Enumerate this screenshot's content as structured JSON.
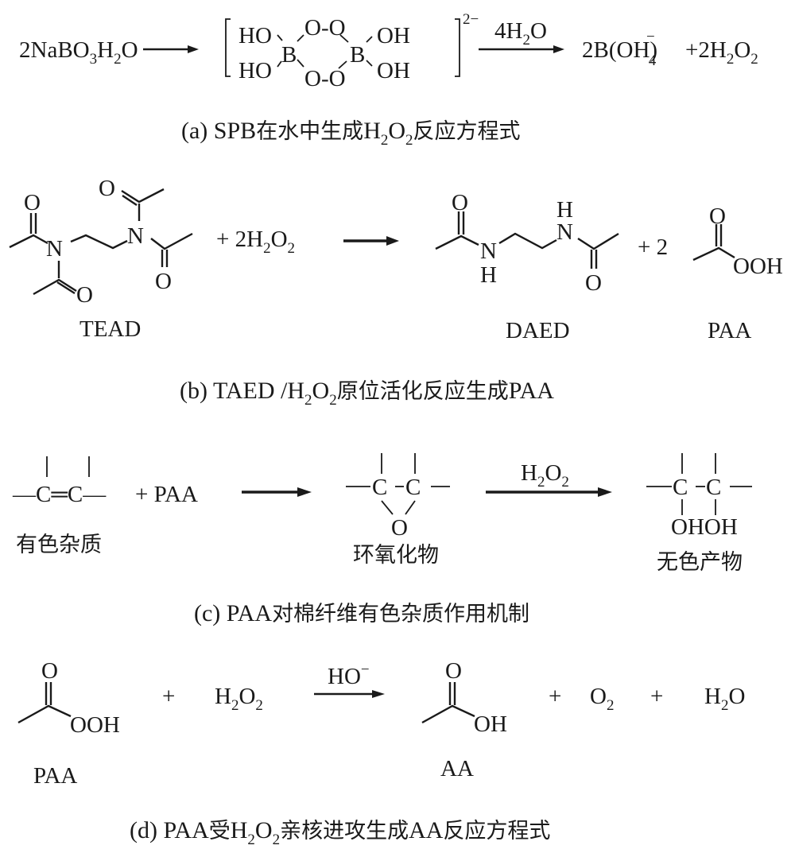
{
  "figure": {
    "panel_a": {
      "reactant": {
        "pre": "2NaBO",
        "s1": "3",
        "mid": "H",
        "s2": "2",
        "post": "O"
      },
      "intermediate": {
        "ho_top_left": "HO",
        "ho_bottom_left": "HO",
        "oh_top_right": "OH",
        "oh_bottom_right": "OH",
        "boron_left": "B",
        "boron_right": "B",
        "peroxo_top": "O-O",
        "peroxo_bottom": "O-O",
        "charge": "2−"
      },
      "reagent": {
        "pre": "4H",
        "s1": "2",
        "post": "O"
      },
      "product_1": {
        "pre": "2B(OH)",
        "sup": "−",
        "sub": "4"
      },
      "product_2": {
        "pre": "+2H",
        "s1": "2",
        "mid": "O",
        "s2": "2"
      },
      "caption": {
        "pre": "(a) SPB",
        "cjk1": "在水中生成",
        "h": "H",
        "s1": "2",
        "o": "O",
        "s2": "2",
        "cjk2": "反应方程式"
      }
    },
    "panel_b": {
      "tead": {
        "label": "TEAD",
        "n": "N",
        "o": "O"
      },
      "plus_h2o2": {
        "pre": "+  2H",
        "s1": "2",
        "mid": "O",
        "s2": "2"
      },
      "daed": {
        "label": "DAED",
        "n": "N",
        "h": "H",
        "o": "O"
      },
      "plus_2": "+  2",
      "paa": {
        "label": "PAA",
        "o": "O",
        "ooh": "OOH"
      },
      "caption": {
        "pre": "(b) TAED /H",
        "s1": "2",
        "o": "O",
        "s2": "2",
        "cjk": "原位活化反应生成",
        "post": "PAA"
      }
    },
    "panel_c": {
      "alkene": {
        "text": "—C═C—",
        "label": "有色杂质"
      },
      "plus_paa": "+   PAA",
      "epoxide": {
        "c": "C",
        "o": "O",
        "label": "环氧化物"
      },
      "reagent": {
        "h": "H",
        "s1": "2",
        "o": "O",
        "s2": "2"
      },
      "diol": {
        "c": "C",
        "ohoh": "OHOH",
        "label": "无色产物"
      },
      "caption": {
        "pre": "(c) PAA",
        "cjk": "对棉纤维有色杂质作用机制"
      }
    },
    "panel_d": {
      "paa": {
        "label": "PAA",
        "o": "O",
        "ooh": "OOH"
      },
      "plus1": "+",
      "h2o2": {
        "h": "H",
        "s1": "2",
        "o": "O",
        "s2": "2"
      },
      "catalyst": {
        "pre": "HO",
        "sup": "−"
      },
      "aa": {
        "label": "AA",
        "o": "O",
        "oh": "OH"
      },
      "plus2": "+",
      "o2": {
        "o": "O",
        "s": "2"
      },
      "plus3": "+",
      "h2o": {
        "h": "H",
        "s": "2",
        "o": "O"
      },
      "caption": {
        "pre": "(d) PAA",
        "cjk1": "受",
        "h": "H",
        "s1": "2",
        "o": "O",
        "s2": "2",
        "cjk2": "亲核进攻生成",
        "aa": "AA",
        "cjk3": "反应方程式"
      }
    }
  }
}
